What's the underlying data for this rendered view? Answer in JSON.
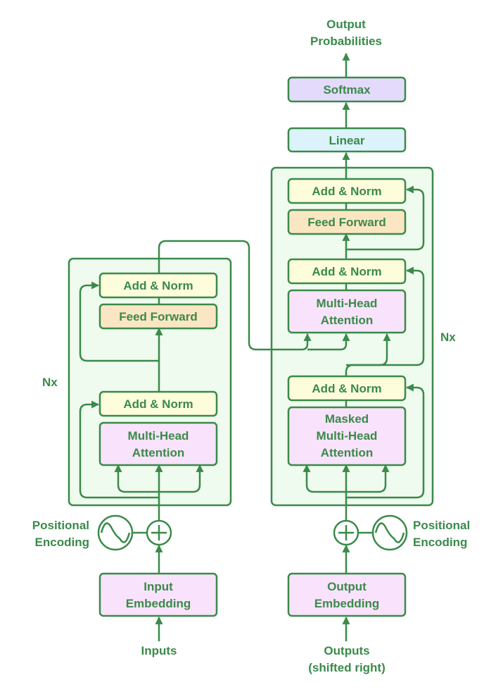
{
  "colors": {
    "stroke": "#3a8a4a",
    "stack_fill": "#effbee",
    "add_norm_fill": "#fdfddc",
    "feed_forward_fill": "#fbe6c3",
    "attention_fill": "#f9e2fb",
    "linear_fill": "#dcf3fb",
    "softmax_fill": "#e4dafb",
    "text": "#3a8a4a"
  },
  "encoder": {
    "repeat_label": "Nx",
    "add_norm_top": "Add & Norm",
    "feed_forward": "Feed Forward",
    "add_norm_bottom": "Add & Norm",
    "attention": [
      "Multi-Head",
      "Attention"
    ],
    "positional_encoding": [
      "Positional",
      "Encoding"
    ],
    "embedding": [
      "Input",
      "Embedding"
    ],
    "input_label": "Inputs"
  },
  "decoder": {
    "repeat_label": "Nx",
    "add_norm_top": "Add & Norm",
    "feed_forward": "Feed Forward",
    "add_norm_middle": "Add & Norm",
    "cross_attention": [
      "Multi-Head",
      "Attention"
    ],
    "add_norm_bottom": "Add & Norm",
    "masked_attention": [
      "Masked",
      "Multi-Head",
      "Attention"
    ],
    "positional_encoding": [
      "Positional",
      "Encoding"
    ],
    "embedding": [
      "Output",
      "Embedding"
    ],
    "input_label": [
      "Outputs",
      "(shifted right)"
    ]
  },
  "head": {
    "linear": "Linear",
    "softmax": "Softmax",
    "output_label": [
      "Output",
      "Probabilities"
    ]
  }
}
